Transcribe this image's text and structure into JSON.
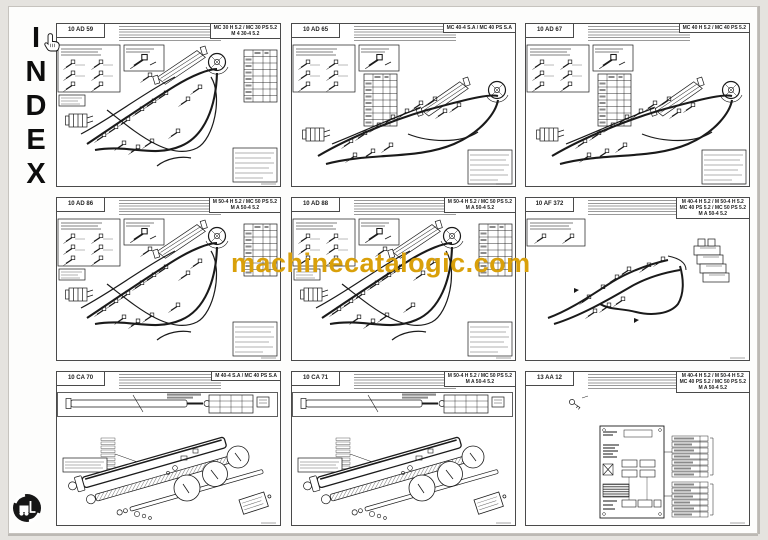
{
  "page": {
    "index_letters": [
      "I",
      "N",
      "D",
      "E",
      "X"
    ],
    "watermark": "machinecatalogic.com",
    "watermark_color": "#D9A00A",
    "logo": "forklift-circle-logo"
  },
  "panels": [
    {
      "code": "10 AD 59",
      "model": "MC 30 H 5.2 / MC 30 PS 5.2\nM 4 30-4 5.2",
      "type": "hydraulic-accessory-kit"
    },
    {
      "code": "10 AD 65",
      "model": "MC 40-4 S.A / MC 40 PS S.A",
      "type": "hydraulic-accessory-kit"
    },
    {
      "code": "10 AD 67",
      "model": "MC 40 H 5.2 / MC 40 PS 5.2",
      "type": "hydraulic-accessory-kit"
    },
    {
      "code": "10 AD 86",
      "model": "M 50-4 H 5.2 / MC 50 PS 5.2\nM A 50-4 5.2",
      "type": "hydraulic-accessory-kit"
    },
    {
      "code": "10 AD 88",
      "model": "M 50-4 H 5.2 / MC 50 PS 5.2\nM A 50-4 5.2",
      "type": "hydraulic-accessory-kit"
    },
    {
      "code": "10 AF 372",
      "model": "M 40-4 H 5.2 / M 50-4 H 5.2\nMC 40 PS 5.2 / MC 50 PS 5.2\nM A 50-4 5.2",
      "type": "hydraulic-balancing-valve"
    },
    {
      "code": "10 CA 70",
      "model": "M 40-4 S.A / MC 40 PS S.A",
      "type": "lifting-cylinder"
    },
    {
      "code": "10 CA 71",
      "model": "M 50-4 H 5.2 / MC 50 PS 5.2\nM A 50-4 5.2",
      "type": "lifting-cylinder"
    },
    {
      "code": "13 AA 12",
      "model": "M 40-4 H 5.2 / M 50-4 H 5.2\nMC 40 PS 5.2 / MC 50 PS 5.2\nM A 50-4 5.2",
      "type": "electrical-panel"
    }
  ]
}
